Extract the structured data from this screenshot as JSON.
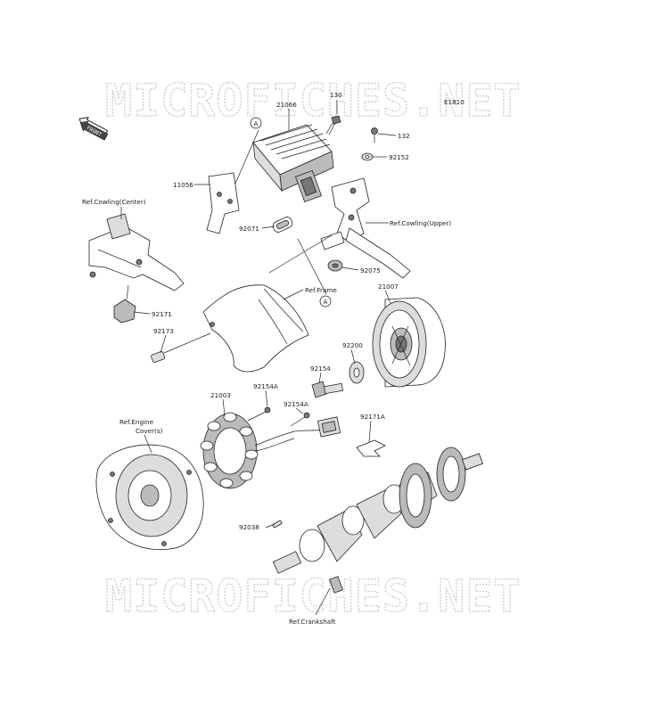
{
  "watermark": "MICROFICHES.NET",
  "figure_code": "E1810",
  "front_label": "FRONT",
  "ref_marker": "A",
  "part_labels": {
    "p130": "130",
    "p21066": "21066",
    "p132": "132",
    "p92152": "92152",
    "p11056": "11056",
    "p92071": "92071",
    "p92075": "92075",
    "p92171": "92171",
    "p92173": "92173",
    "p21007": "21007",
    "p92200": "92200",
    "p92154": "92154",
    "p92154A_1": "92154A",
    "p92154A_2": "92154A",
    "p21003": "21003",
    "p92171A": "92171A",
    "p92038": "92038"
  },
  "ref_labels": {
    "cowling_center": "Ref.Cowling(Center)",
    "cowling_upper": "Ref.Cowling(Upper)",
    "frame": "Ref.Frame",
    "engine_cover_1": "Ref.Engine",
    "engine_cover_2": "Cover(s)",
    "crankshaft": "Ref.Crankshaft"
  }
}
